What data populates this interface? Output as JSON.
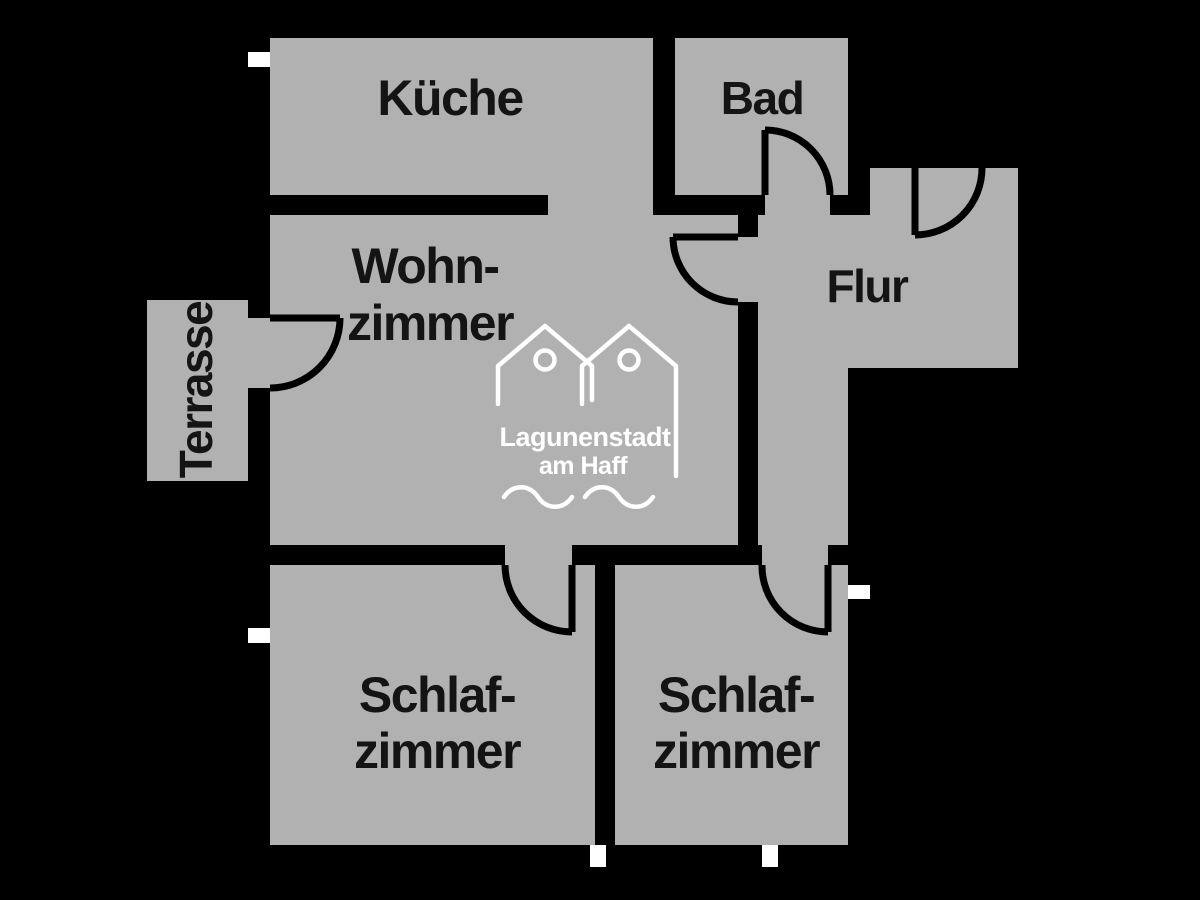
{
  "colors": {
    "background": "#000000",
    "floor": "#b1b1b1",
    "walls": "#000000",
    "labels": "#141414",
    "watermark": "#ffffff"
  },
  "floorplan": {
    "rooms": {
      "kueche": {
        "label": "Küche"
      },
      "bad": {
        "label": "Bad"
      },
      "wohnzimmer": {
        "line1": "Wohn-",
        "line2": "zimmer"
      },
      "flur": {
        "label": "Flur"
      },
      "terrasse": {
        "label": "Terrasse"
      },
      "schlafzimmer_links": {
        "line1": "Schlaf-",
        "line2": "zimmer"
      },
      "schlafzimmer_rechts": {
        "line1": "Schlaf-",
        "line2": "zimmer"
      }
    },
    "watermark": {
      "line1": "Lagunenstadt",
      "line2": "am Haff"
    }
  }
}
